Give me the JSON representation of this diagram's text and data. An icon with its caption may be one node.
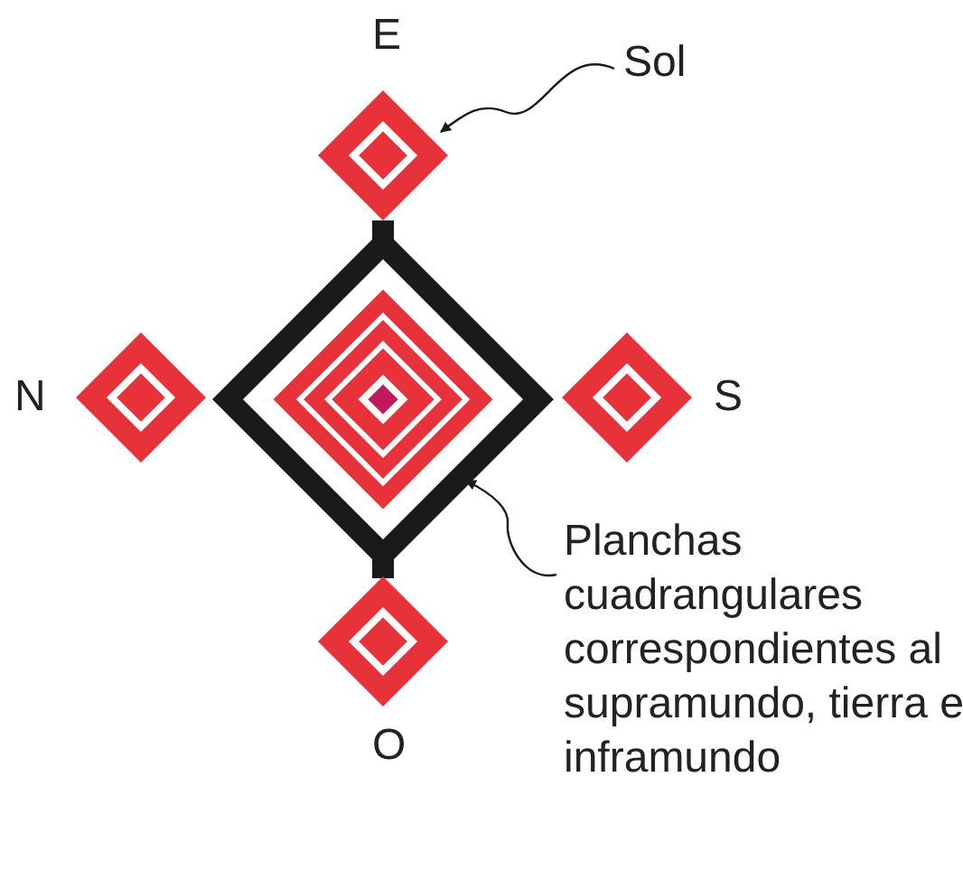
{
  "diagram": {
    "nodes": [
      {
        "text": [],
        "shape": "diamond",
        "beside": [
          "E"
        ]
      },
      {
        "text": [
          "Sol"
        ]
      },
      {
        "text": [],
        "shape": "diamond",
        "beside": [
          "N"
        ]
      },
      {
        "text": [],
        "shape": "diamond"
      },
      {
        "text": [],
        "shape": "diamond",
        "beside": [
          "S"
        ]
      },
      {
        "text": [
          "Planchas cuadrangulares correspondientes al supramundo, tierra e inframundo"
        ]
      },
      {
        "text": [],
        "shape": "diamond",
        "beside": [
          "O"
        ]
      }
    ],
    "edges": [
      {
        "from": 1,
        "to": 0,
        "arrow": "to"
      },
      {
        "from": 5,
        "to": 3,
        "arrow": "to"
      },
      {
        "from": 0,
        "to": 3,
        "arrow": "none",
        "style": "thick"
      },
      {
        "from": 3,
        "to": 6,
        "arrow": "none",
        "style": "thick"
      }
    ]
  }
}
